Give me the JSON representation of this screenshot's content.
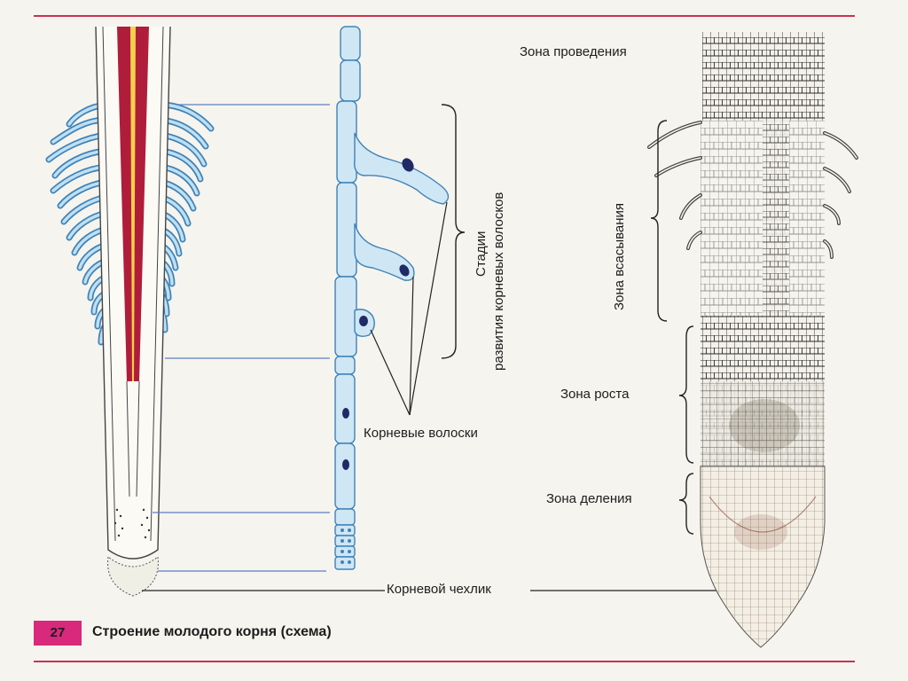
{
  "figure": {
    "number": "27",
    "caption": "Строение молодого корня (схема)"
  },
  "labels": {
    "stages_line1": "Стадии",
    "stages_line2": "развития корневых волосков",
    "root_hairs": "Корневые волоски",
    "root_cap": "Корневой чехлик",
    "zone_conduction": "Зона проведения",
    "zone_absorption": "Зона всасывания",
    "zone_growth": "Зона роста",
    "zone_division": "Зона деления"
  },
  "colors": {
    "background": "#f6f4ee",
    "rule": "#c8324e",
    "accent_badge": "#d8297d",
    "hair_fill": "#bfe0f2",
    "hair_stroke": "#3f83b8",
    "vascular_red": "#b01d3b",
    "vascular_yellow": "#f2d14a",
    "nucleus": "#1f2a66",
    "pointer_line": "#5b7fc4",
    "ink": "#1d1d1d"
  }
}
